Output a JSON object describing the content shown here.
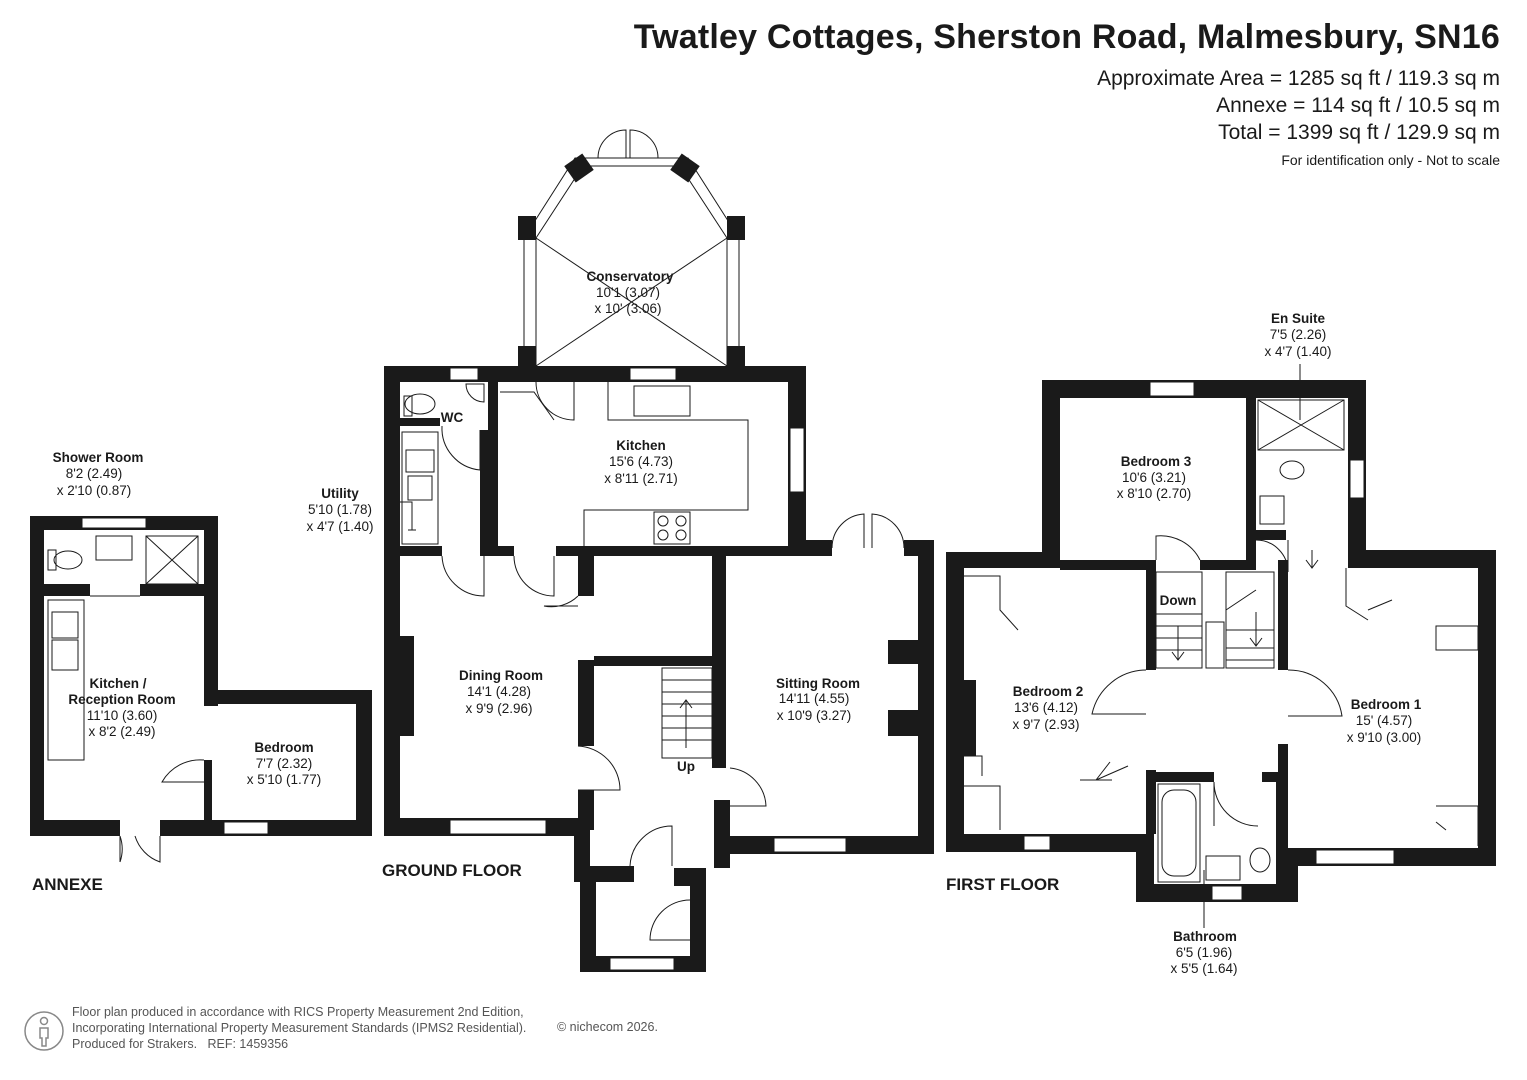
{
  "header": {
    "title": "Twatley Cottages, Sherston Road, Malmesbury, SN16",
    "approx_area": "Approximate Area = 1285 sq ft / 119.3 sq m",
    "annexe_area": "Annexe = 114 sq ft / 10.5 sq m",
    "total_area": "Total = 1399 sq ft / 129.9 sq m",
    "note": "For identification only - Not to scale"
  },
  "floors": {
    "annexe": "ANNEXE",
    "ground": "GROUND FLOOR",
    "first": "FIRST FLOOR"
  },
  "rooms": {
    "conservatory": {
      "name": "Conservatory",
      "dim1": "10'1 (3.07)",
      "dim2": "x 10' (3.06)"
    },
    "kitchen": {
      "name": "Kitchen",
      "dim1": "15'6 (4.73)",
      "dim2": "x 8'11 (2.71)"
    },
    "wc": {
      "name": "WC"
    },
    "utility": {
      "name": "Utility",
      "dim1": "5'10 (1.78)",
      "dim2": "x 4'7 (1.40)"
    },
    "dining": {
      "name": "Dining Room",
      "dim1": "14'1 (4.28)",
      "dim2": "x 9'9 (2.96)"
    },
    "sitting": {
      "name": "Sitting Room",
      "dim1": "14'11 (4.55)",
      "dim2": "x 10'9 (3.27)"
    },
    "shower": {
      "name": "Shower Room",
      "dim1": "8'2 (2.49)",
      "dim2": "x 2'10 (0.87)"
    },
    "kitchen_reception": {
      "name1": "Kitchen /",
      "name2": "Reception Room",
      "dim1": "11'10 (3.60)",
      "dim2": "x 8'2 (2.49)"
    },
    "annexe_bedroom": {
      "name": "Bedroom",
      "dim1": "7'7 (2.32)",
      "dim2": "x 5'10 (1.77)"
    },
    "en_suite": {
      "name": "En Suite",
      "dim1": "7'5 (2.26)",
      "dim2": "x 4'7 (1.40)"
    },
    "bedroom3": {
      "name": "Bedroom 3",
      "dim1": "10'6 (3.21)",
      "dim2": "x 8'10 (2.70)"
    },
    "bedroom2": {
      "name": "Bedroom 2",
      "dim1": "13'6 (4.12)",
      "dim2": "x 9'7 (2.93)"
    },
    "bedroom1": {
      "name": "Bedroom 1",
      "dim1": "15' (4.57)",
      "dim2": "x 9'10 (3.00)"
    },
    "bathroom": {
      "name": "Bathroom",
      "dim1": "6'5 (1.96)",
      "dim2": "x 5'5 (1.64)"
    }
  },
  "stairs": {
    "up": "Up",
    "down": "Down"
  },
  "footer": {
    "line1": "Floor plan produced in accordance with RICS Property Measurement 2nd Edition,",
    "line2": "Incorporating International Property Measurement Standards (IPMS2 Residential).",
    "line3": "Produced for Strakers.",
    "ref": "REF: 1459356",
    "copyright": "© nichecom 2026."
  },
  "colors": {
    "wall": "#1a1a1a",
    "background": "#ffffff"
  }
}
